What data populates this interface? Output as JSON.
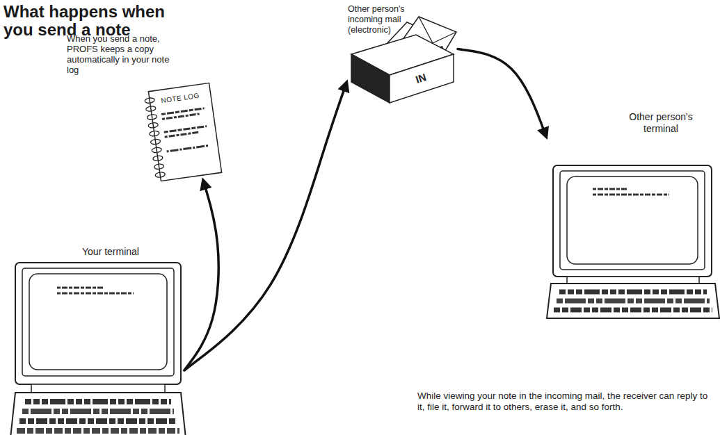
{
  "diagram": {
    "title": "What happens when you send a note",
    "nodes": [
      {
        "text": [
          "Your terminal"
        ]
      },
      {
        "text": [
          "NOTE LOG"
        ]
      },
      {
        "text": [
          "Other person's incoming mail (electronic)",
          "IN"
        ]
      },
      {
        "text": [
          "Other person's terminal"
        ]
      }
    ],
    "edges": [
      {
        "from": 0,
        "to": 1,
        "arrow": "to"
      },
      {
        "from": 0,
        "to": 2,
        "arrow": "to"
      },
      {
        "from": 2,
        "to": 3,
        "arrow": "to"
      }
    ],
    "labels": [
      "When you send a note, PROFS keeps a copy automatically in your note log",
      "While viewing your note in the incoming mail, the receiver can reply to it, file it, forward it to others, erase it, and so forth."
    ]
  }
}
